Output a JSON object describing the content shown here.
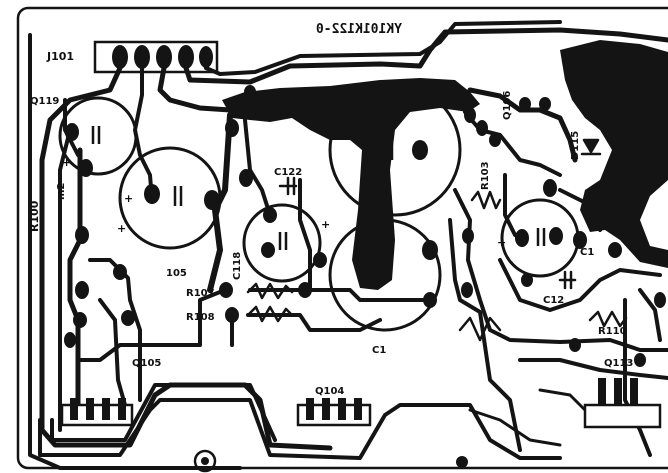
{
  "board": {
    "title_mirrored": "YK101K122-0",
    "colors": {
      "copper": "#141414",
      "substrate": "#ffffff"
    },
    "labels": {
      "j101": "J101",
      "q119": "Q119",
      "r100": "R100",
      "m2": "m2",
      "c105": "105",
      "c118": "C118",
      "c122": "C122",
      "r107": "R107",
      "r108": "R108",
      "q105": "Q105",
      "q104": "Q104",
      "c1_mid": "C1",
      "r103": "R103",
      "q106": "Q106",
      "d115": "D115",
      "c1_right": "C1",
      "c12": "C12",
      "r110": "R110",
      "q113": "Q113",
      "plus_1": "+",
      "plus_2": "+",
      "plus_3": "+",
      "plus_4": "+",
      "plus_5": "+"
    }
  }
}
